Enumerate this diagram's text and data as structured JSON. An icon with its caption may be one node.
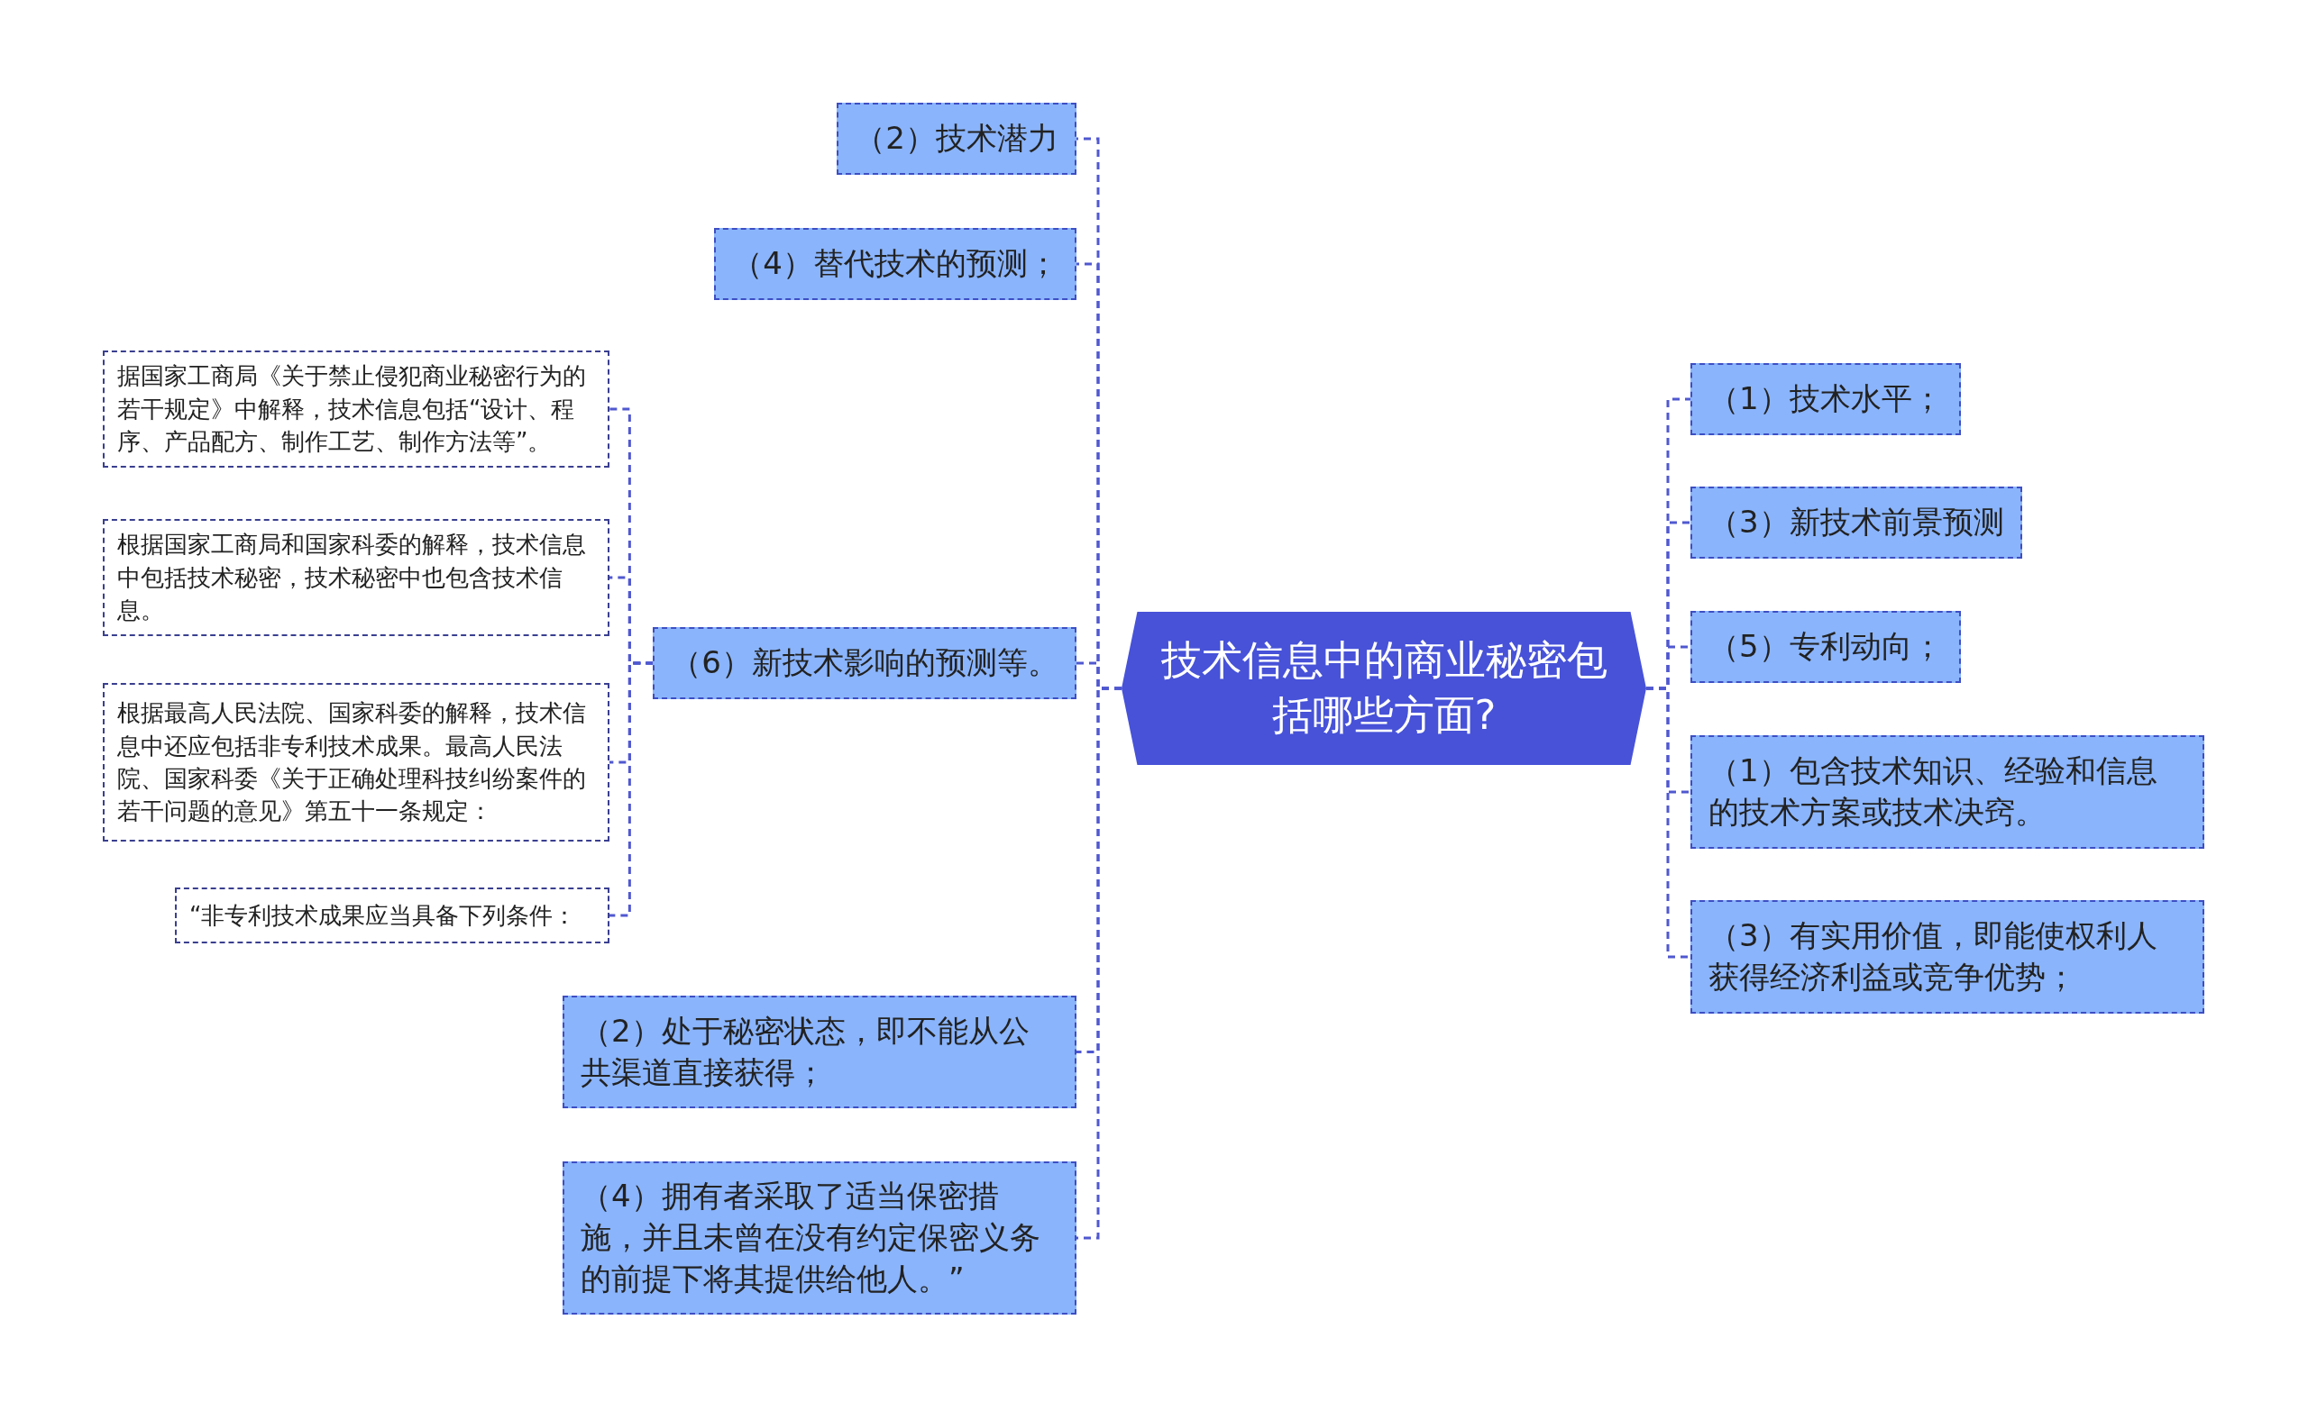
{
  "diagram": {
    "nodes": [
      {
        "text": [
          "技术信息中的商业秘密包括哪些方面?"
        ]
      },
      {
        "text": [
          "（2）技术潜力"
        ]
      },
      {
        "text": [
          "（4）替代技术的预测；"
        ]
      },
      {
        "text": [
          "（6）新技术影响的预测等。"
        ]
      },
      {
        "text": [
          "据国家工商局《关于禁止侵犯商业秘密行为的若干规定》中解释，技术信息包括“设计、程序、产品配方、制作工艺、制作方法等”。"
        ]
      },
      {
        "text": [
          "根据国家工商局和国家科委的解释，技术信息中包括技术秘密，技术秘密中也包含技术信息。"
        ]
      },
      {
        "text": [
          "根据最高人民法院、国家科委的解释，技术信息中还应包括非专利技术成果。最高人民法院、国家科委《关于正确处理科技纠纷案件的若干问题的意见》第五十一条规定："
        ]
      },
      {
        "text": [
          "“非专利技术成果应当具备下列条件："
        ]
      },
      {
        "text": [
          "（2）处于秘密状态，即不能从公共渠道直接获得；"
        ]
      },
      {
        "text": [
          "（4）拥有者采取了适当保密措施，并且未曾在没有约定保密义务的前提下将其提供给他人。”"
        ]
      },
      {
        "text": [
          "（1）技术水平；"
        ]
      },
      {
        "text": [
          "（3）新技术前景预测"
        ]
      },
      {
        "text": [
          "（5）专利动向；"
        ]
      },
      {
        "text": [
          "（1）包含技术知识、经验和信息的技术方案或技术决窍。"
        ]
      },
      {
        "text": [
          "（3）有实用价值，即能使权利人获得经济利益或竞争优势；"
        ]
      }
    ],
    "edges": [
      {
        "from": 0,
        "to": 1,
        "arrow": "none"
      },
      {
        "from": 0,
        "to": 2,
        "arrow": "none"
      },
      {
        "from": 0,
        "to": 3,
        "arrow": "none"
      },
      {
        "from": 3,
        "to": 4,
        "arrow": "none"
      },
      {
        "from": 3,
        "to": 5,
        "arrow": "none"
      },
      {
        "from": 3,
        "to": 6,
        "arrow": "none"
      },
      {
        "from": 3,
        "to": 7,
        "arrow": "none"
      },
      {
        "from": 0,
        "to": 8,
        "arrow": "none"
      },
      {
        "from": 0,
        "to": 9,
        "arrow": "none"
      },
      {
        "from": 0,
        "to": 10,
        "arrow": "none"
      },
      {
        "from": 0,
        "to": 11,
        "arrow": "none"
      },
      {
        "from": 0,
        "to": 12,
        "arrow": "none"
      },
      {
        "from": 0,
        "to": 13,
        "arrow": "none"
      },
      {
        "from": 0,
        "to": 14,
        "arrow": "none"
      }
    ]
  }
}
